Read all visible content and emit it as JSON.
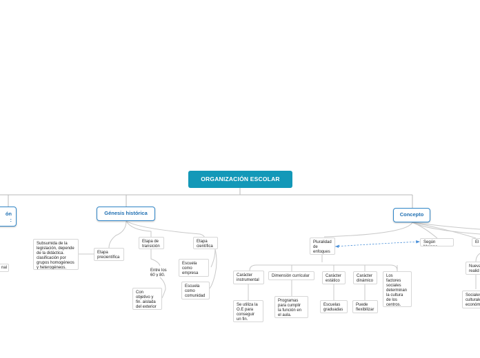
{
  "root": {
    "label": "ORGANIZACIÓN ESCOLAR"
  },
  "branches": {
    "left_partial": {
      "line1": "ón",
      "line2": ":"
    },
    "genesis": {
      "label": "Génesis histórica"
    },
    "concepto": {
      "label": "Concepto"
    }
  },
  "left_fragment": {
    "label": "nal"
  },
  "genesis": {
    "subsumida": "Subsumida de la legislación, depende de la didáctica. clasificación por grupos homogéneos y heterogéneos.",
    "precientifica": "Etapa precientífica",
    "transicion": "Etapa de transición",
    "entre": "Entre los 60 y 80.",
    "con_objetivo": "Con objetivo y fin. aislada del exterior",
    "cientifica": "Etapa científica",
    "empresa": "Escuela como empresa",
    "comunidad": "Escuela como comunidad"
  },
  "concepto": {
    "pluralidad": "Pluralidad de enfoques",
    "segun_moreno": "Según Moreno",
    "el_partial": "El",
    "instrumental": "Carácter instrumental",
    "instrumental_child": "Se utiliza la O.E para conseguir un fin.",
    "dimension": "Dimensión curricular",
    "dimension_child": "Programas para cumplir la función en el aula.",
    "estatico": "Carácter estático",
    "estatico_child": "Escuelas graduadas",
    "dinamico": "Carácter dinámico",
    "dinamico_child": "Puede flexibilizar",
    "factores": "Los factores sociales determinan la cultura de los centros.",
    "nueva": "Nueva realid",
    "sociales": "Sociales culturales económ"
  },
  "colors": {
    "root": "#1398b8",
    "branch_border": "#2f86c9",
    "branch_text": "#1f6fb2",
    "connector": "#c8c8c8",
    "relation": "#4a90d9"
  }
}
